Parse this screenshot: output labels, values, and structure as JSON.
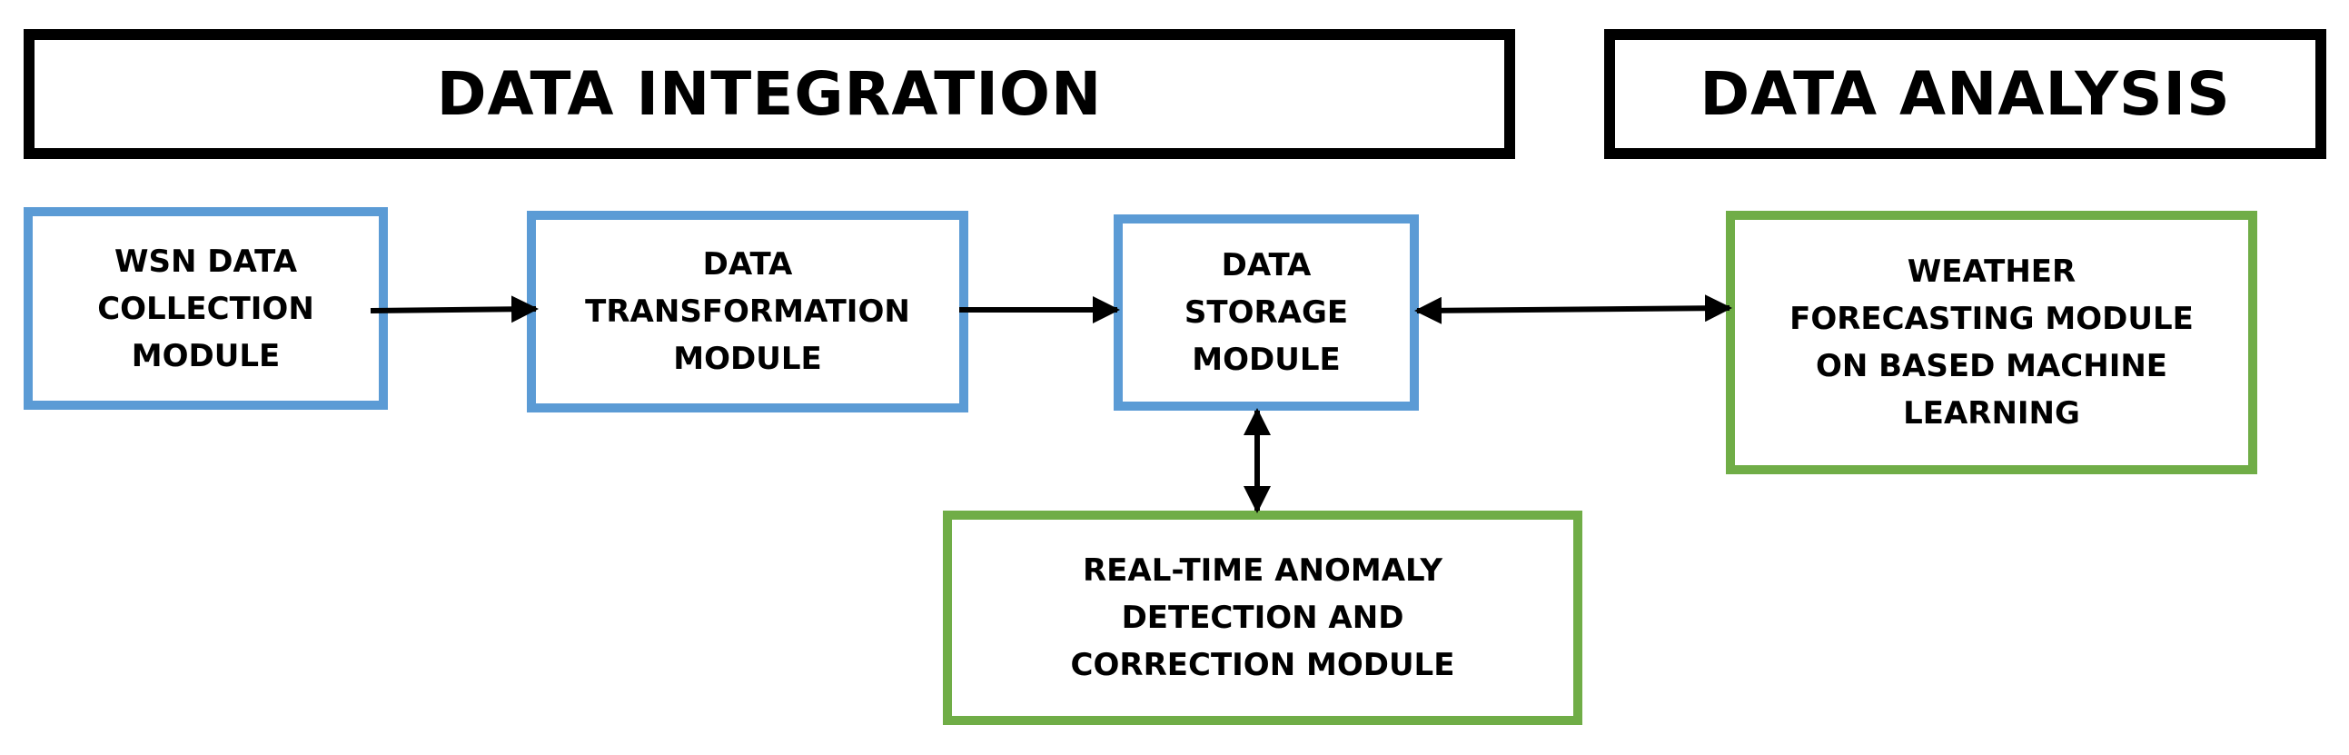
{
  "headers": {
    "integration": "DATA INTEGRATION",
    "analysis": "DATA ANALYSIS"
  },
  "modules": {
    "wsn": "WSN DATA\nCOLLECTION\nMODULE",
    "transformation": "DATA\nTRANSFORMATION\nMODULE",
    "storage": "DATA\nSTORAGE\nMODULE",
    "forecasting": "WEATHER\nFORECASTING MODULE\nON BASED MACHINE\nLEARNING",
    "anomaly": "REAL-TIME ANOMALY\nDETECTION AND\nCORRECTION MODULE"
  },
  "colors": {
    "integration_border": "#5b9bd5",
    "analysis_border": "#70ad47",
    "header_border": "#000000",
    "arrow": "#000000"
  },
  "connections": [
    {
      "from": "wsn",
      "to": "transformation",
      "direction": "forward"
    },
    {
      "from": "transformation",
      "to": "storage",
      "direction": "forward"
    },
    {
      "from": "storage",
      "to": "forecasting",
      "direction": "both"
    },
    {
      "from": "storage",
      "to": "anomaly",
      "direction": "both"
    }
  ]
}
